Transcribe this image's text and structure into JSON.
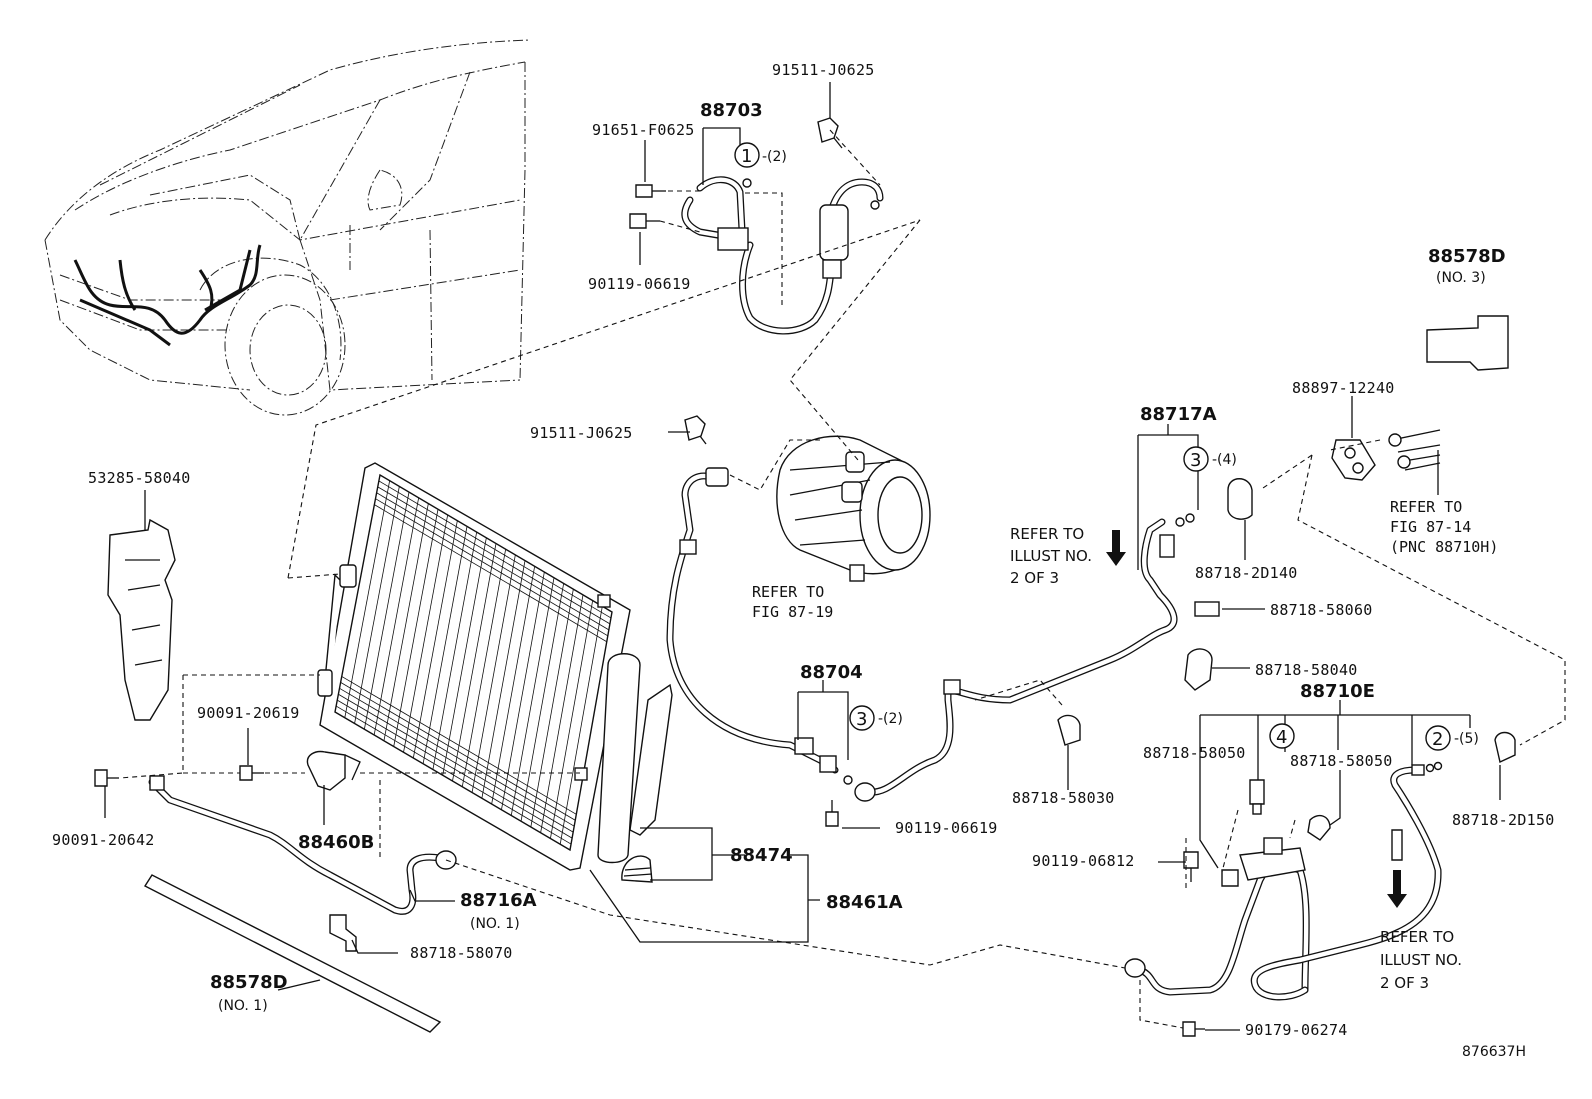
{
  "labels": {
    "p91511_top": "91511-J0625",
    "p88703": "88703",
    "p91651": "91651-F0625",
    "p90119_top": "90119-06619",
    "p91511_mid": "91511-J0625",
    "p53285": "53285-58040",
    "p90091_20619": "90091-20619",
    "p90091_20642": "90091-20642",
    "p88460B": "88460B",
    "p88716A": "88716A",
    "p88716A_sub": "(NO. 1)",
    "p88718_58070": "88718-58070",
    "p88578D_bottom": "88578D",
    "p88578D_bottom_sub": "(NO. 1)",
    "p88474": "88474",
    "p88461A": "88461A",
    "p88704": "88704",
    "p90119_mid": "90119-06619",
    "p88718_58030": "88718-58030",
    "p88717A": "88717A",
    "p88897": "88897-12240",
    "p88578D_top": "88578D",
    "p88578D_top_sub": "(NO. 3)",
    "p88718_2D140": "88718-2D140",
    "p88718_58060": "88718-58060",
    "p88718_58040": "88718-58040",
    "p88710E": "88710E",
    "p88718_58050_a": "88718-58050",
    "p88718_58050_b": "88718-58050",
    "p88718_2D150": "88718-2D150",
    "p90119_06812": "90119-06812",
    "p90179": "90179-06274"
  },
  "circled": {
    "c1": "1",
    "c1_qty": "-(2)",
    "c3a": "3",
    "c3a_qty": "-(4)",
    "c3b": "3",
    "c3b_qty": "-(2)",
    "c4": "4",
    "c2": "2",
    "c2_qty": "-(5)"
  },
  "refs": {
    "fig8719_l1": "REFER TO",
    "fig8719_l2": "FIG 87-19",
    "illust_a_l1": "REFER TO",
    "illust_a_l2": "ILLUST NO.",
    "illust_a_l3": "2 OF 3",
    "fig8714_l1": "REFER TO",
    "fig8714_l2": "FIG 87-14",
    "fig8714_l3": "(PNC 88710H)",
    "illust_b_l1": "REFER TO",
    "illust_b_l2": "ILLUST NO.",
    "illust_b_l3": "2 OF 3"
  },
  "figure_number": "876637H"
}
